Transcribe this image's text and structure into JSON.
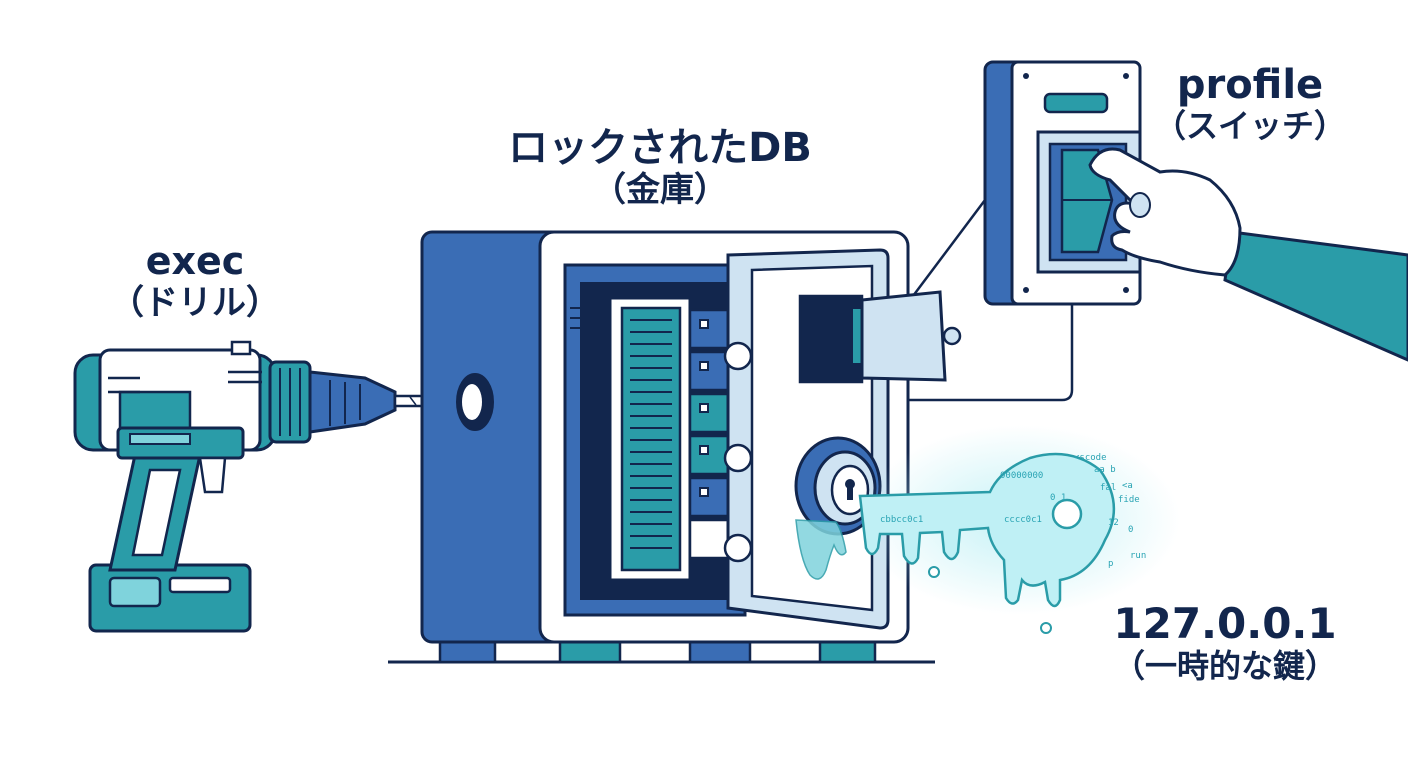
{
  "labels": {
    "exec": {
      "main": "exec",
      "sub": "（ドリル）"
    },
    "db": {
      "main": "ロックされたDB",
      "sub": "（金庫）"
    },
    "profile": {
      "main": "profile",
      "sub": "（スイッチ）"
    },
    "key": {
      "main": "127.0.0.1",
      "sub": "（一時的な鍵）"
    }
  },
  "key_code_fragments": [
    "<scode",
    "aa b",
    "fal",
    "<a",
    "fide",
    "12",
    "0",
    "run",
    "p",
    "0 1",
    "00000000",
    "cccc0c1",
    "cbbcc0c1"
  ],
  "colors": {
    "navy": "#12264d",
    "blue": "#3a6db5",
    "light_blue": "#cfe3f2",
    "teal": "#2a9ca8",
    "teal_light": "#7fd3dc",
    "white": "#ffffff"
  },
  "icons": [
    "drill-icon",
    "safe-icon",
    "switch-icon",
    "hand-icon",
    "key-icon"
  ]
}
